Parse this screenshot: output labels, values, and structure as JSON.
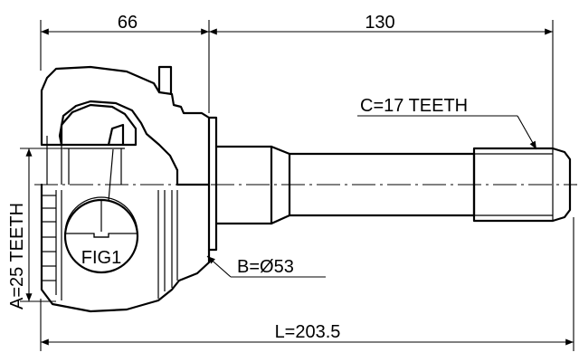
{
  "dimensions": {
    "dim_left_top": "66",
    "dim_right_top": "130",
    "spline_shaft": "C=17 TEETH",
    "spline_housing": "A=25 TEETH",
    "fig_label": "FIG1",
    "abs_ring": "B=Ø53",
    "overall_length": "L=203.5"
  }
}
